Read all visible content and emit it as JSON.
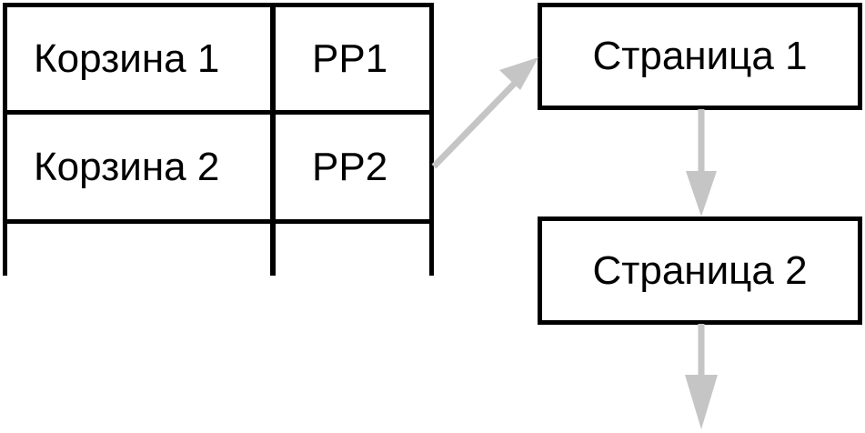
{
  "diagram": {
    "title": "Basket to page mapping diagram",
    "background_color": "#ffffff",
    "line_color": "#000000",
    "arrow_color": "#c5c5c5"
  },
  "table": {
    "name": "basket-pp-table",
    "columns": 2,
    "rows": [
      {
        "basket": "Корзина 1",
        "pp": "PP1"
      },
      {
        "basket": "Корзина 2",
        "pp": "PP2"
      },
      {
        "basket": "",
        "pp": ""
      }
    ]
  },
  "pages": [
    {
      "label": "Страница 1"
    },
    {
      "label": "Страница 2"
    }
  ],
  "arrows": [
    {
      "name": "arrow-pp2-to-page1",
      "from": "PP2",
      "to": "Страница 1",
      "direction": "up-right",
      "color": "#c5c5c5"
    },
    {
      "name": "arrow-page1-to-page2",
      "from": "Страница 1",
      "to": "Страница 2",
      "direction": "down",
      "color": "#c5c5c5"
    },
    {
      "name": "arrow-page2-to-next",
      "from": "Страница 2",
      "to": "",
      "direction": "down",
      "color": "#c5c5c5"
    }
  ]
}
